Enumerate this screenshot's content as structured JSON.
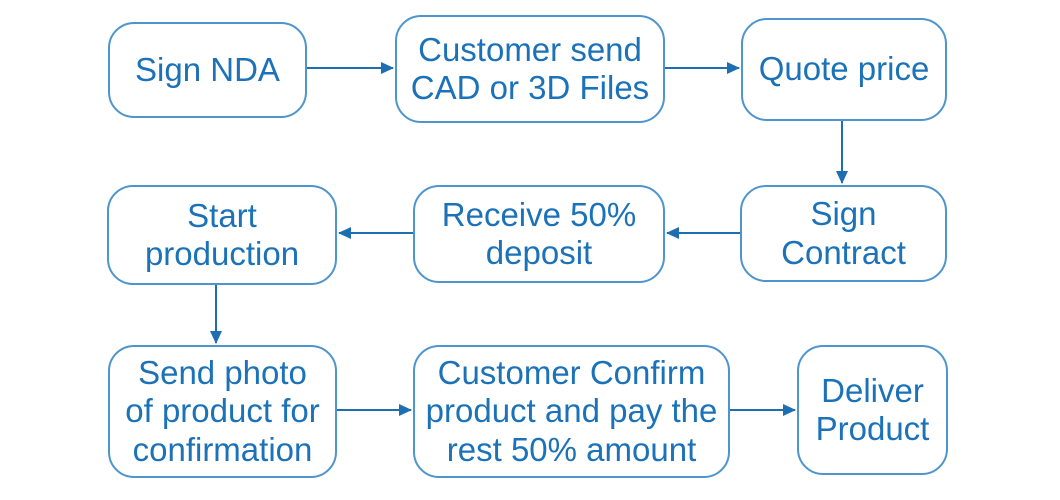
{
  "colors": {
    "background": "#ffffff",
    "box-border": "#4e94cd",
    "box-text": "#1b72b8",
    "arrow": "#1e6fb2"
  },
  "flowchart": {
    "nodes": [
      {
        "id": "sign-nda",
        "label": "Sign NDA"
      },
      {
        "id": "customer-send-files",
        "label": "Customer send\nCAD or 3D Files"
      },
      {
        "id": "quote-price",
        "label": "Quote price"
      },
      {
        "id": "sign-contract",
        "label": "Sign\nContract"
      },
      {
        "id": "receive-deposit",
        "label": "Receive 50%\ndeposit"
      },
      {
        "id": "start-production",
        "label": "Start\nproduction"
      },
      {
        "id": "send-photo",
        "label": "Send photo\nof product for\nconfirmation"
      },
      {
        "id": "customer-confirm",
        "label": "Customer Confirm\nproduct and pay the\nrest 50% amount"
      },
      {
        "id": "deliver-product",
        "label": "Deliver\nProduct"
      }
    ],
    "edges": [
      {
        "from": "Sign NDA",
        "to": "Customer send CAD or 3D Files"
      },
      {
        "from": "Customer send CAD or 3D Files",
        "to": "Quote price"
      },
      {
        "from": "Quote price",
        "to": "Sign Contract"
      },
      {
        "from": "Sign Contract",
        "to": "Receive 50% deposit"
      },
      {
        "from": "Receive 50% deposit",
        "to": "Start production"
      },
      {
        "from": "Start production",
        "to": "Send photo of product for confirmation"
      },
      {
        "from": "Send photo of product for confirmation",
        "to": "Customer Confirm product and pay the rest 50% amount"
      },
      {
        "from": "Customer Confirm product and pay the rest 50% amount",
        "to": "Deliver Product"
      }
    ]
  }
}
